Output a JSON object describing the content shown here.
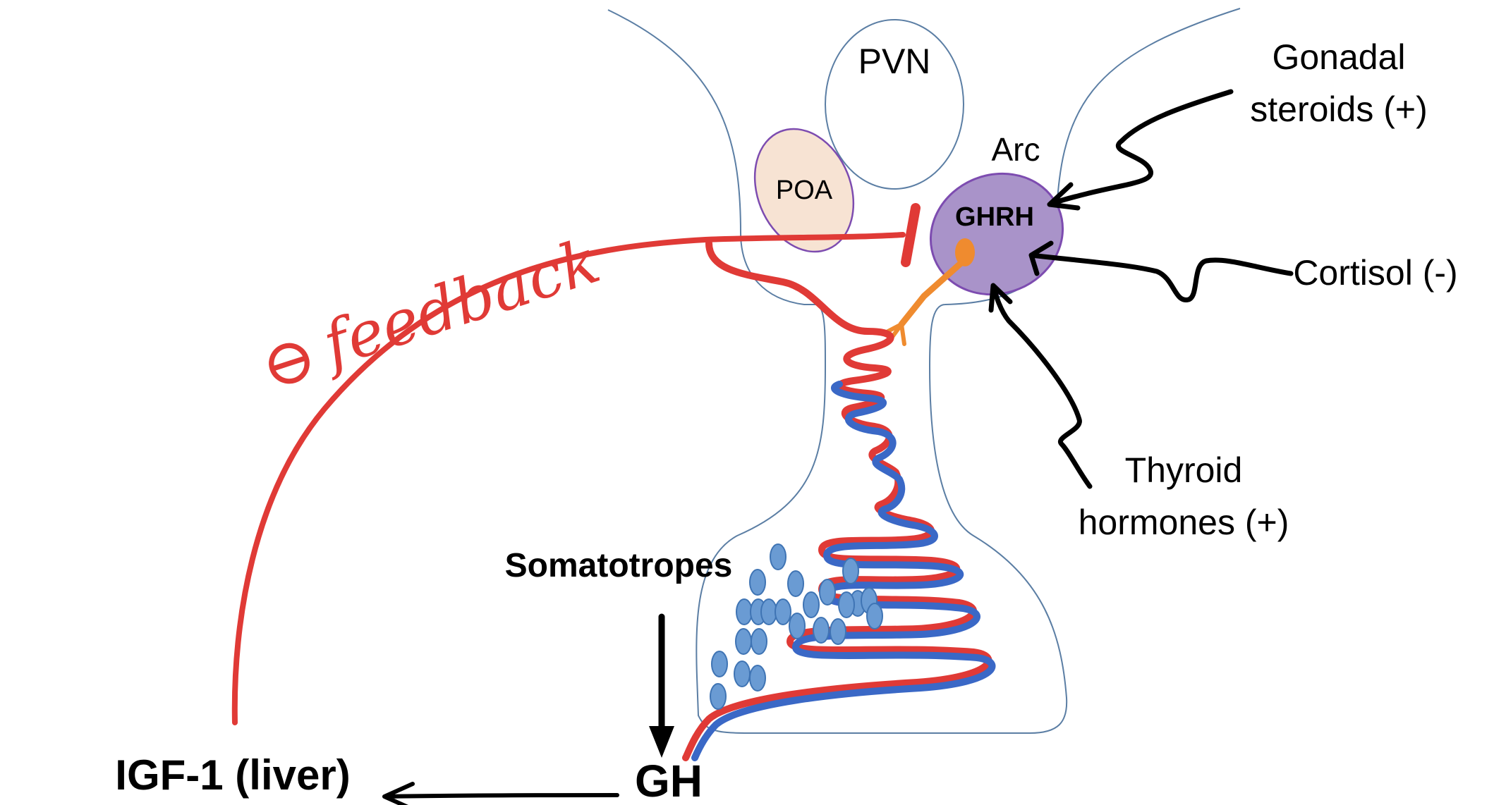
{
  "labels": {
    "pvn": "PVN",
    "poa": "POA",
    "arc": "Arc",
    "ghrh": "GHRH",
    "gonadal_line1": "Gonadal",
    "gonadal_line2": "steroids (+)",
    "cortisol": "Cortisol (-)",
    "thyroid_line1": "Thyroid",
    "thyroid_line2": "hormones (+)",
    "somatotropes": "Somatotropes",
    "gh": "GH",
    "igf1": "IGF-1 (liver)",
    "feedback_sign": "⊖",
    "feedback": "feedback"
  },
  "colors": {
    "outline": "#5b7ea4",
    "red": "#e03a36",
    "blue": "#3a68c6",
    "cell_fill": "#6a9bd3",
    "cell_stroke": "#3f74b4",
    "poa_fill": "#f7e3d3",
    "ghrh_fill": "#a993c9",
    "purple_stroke": "#7d4cb0",
    "orange": "#ef8b2f"
  },
  "icons": {
    "inhibition": "t-bar-inhibit-icon",
    "arrows": "arrow-icon"
  }
}
